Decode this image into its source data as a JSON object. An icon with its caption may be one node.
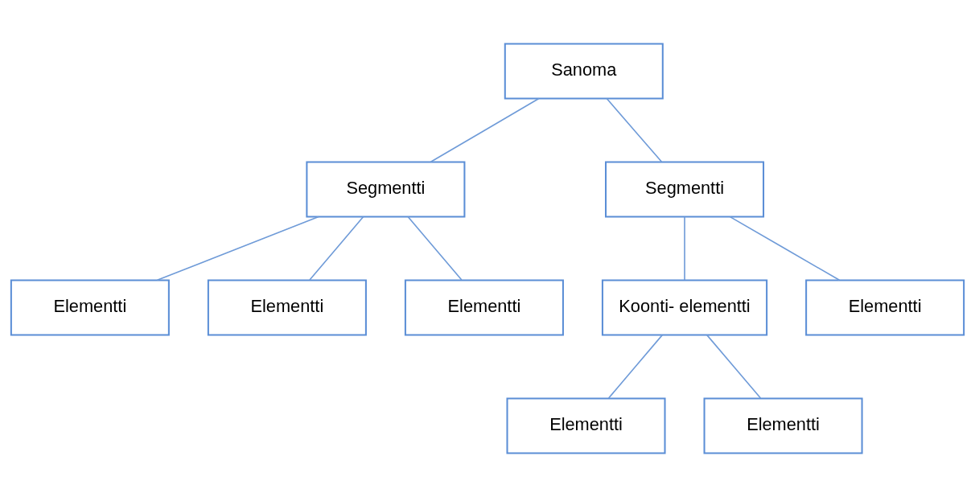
{
  "diagram": {
    "nodes": [
      {
        "text": [
          "Sanoma"
        ]
      },
      {
        "text": [
          "Segmentti"
        ]
      },
      {
        "text": [
          "Segmentti"
        ]
      },
      {
        "text": [
          "Elementti"
        ]
      },
      {
        "text": [
          "Elementti"
        ]
      },
      {
        "text": [
          "Elementti"
        ]
      },
      {
        "text": [
          "Koonti- elementti"
        ]
      },
      {
        "text": [
          "Elementti"
        ]
      },
      {
        "text": [
          "Elementti"
        ]
      },
      {
        "text": [
          "Elementti"
        ]
      }
    ],
    "edges": [
      {
        "from": 0,
        "to": 1,
        "arrow": "none"
      },
      {
        "from": 0,
        "to": 2,
        "arrow": "none"
      },
      {
        "from": 1,
        "to": 3,
        "arrow": "none"
      },
      {
        "from": 1,
        "to": 4,
        "arrow": "none"
      },
      {
        "from": 1,
        "to": 5,
        "arrow": "none"
      },
      {
        "from": 2,
        "to": 6,
        "arrow": "none"
      },
      {
        "from": 2,
        "to": 7,
        "arrow": "none"
      },
      {
        "from": 6,
        "to": 8,
        "arrow": "none"
      },
      {
        "from": 6,
        "to": 9,
        "arrow": "none"
      }
    ]
  }
}
